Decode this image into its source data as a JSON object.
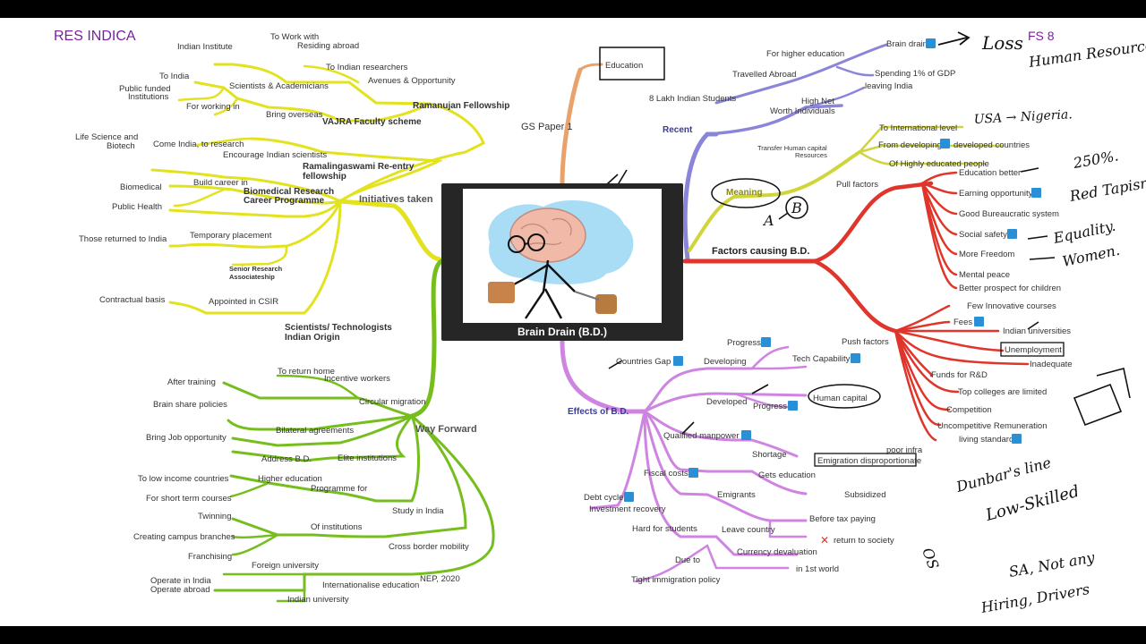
{
  "brand": "RES INDICA",
  "corner_tag": "FS 8",
  "center": {
    "title": "Brain Drain (B.D.)"
  },
  "colors": {
    "yellow": "#e3e21f",
    "green": "#76be1e",
    "purple": "#cf84e2",
    "red": "#e0352b",
    "blue": "#8a85d8",
    "orange": "#e9a26c",
    "olive": "#cfd53a"
  },
  "nodes": {
    "gs_paper": "GS Paper 1",
    "education": "Education",
    "recent": "Recent",
    "students": "8 Lakh Indian Students",
    "travelled": "Travelled Abroad",
    "higher_edu": "For higher education",
    "brain_drain": "Brain drain",
    "spending": "Spending 1% of GDP",
    "hnw1": "High Net",
    "hnw2": "Worth Individuals",
    "leaving": "leaving India",
    "meaning": "Meaning",
    "to_intl": "To International level",
    "from_dev": "From developing",
    "dev_countries": "developed countries",
    "transfer1": "Transfer Human capital",
    "transfer2": "Resources",
    "highly_edu": "Of Highly educated people",
    "factors": "Factors causing B.D.",
    "pull": "Pull factors",
    "pull_items": [
      "Education better",
      "Earning opportunity",
      "Good Bureaucratic system",
      "Social safety",
      "More Freedom",
      "Mental peace",
      "Better prospect for children"
    ],
    "push": "Push factors",
    "few_courses": "Few Innovative courses",
    "fees": "Fees",
    "indian_univ": "Indian universities",
    "unemployment": "Unemployment",
    "inadequate": "Inadequate",
    "funds": "Funds for R&D",
    "top_colleges": "Top colleges are limited",
    "competition": "Competition",
    "uncompetitive": "Uncompetitive Remuneration",
    "living": "living standard",
    "poor_infra": "poor infra",
    "effects": "Effects of B.D.",
    "countries_gap": "Countries Gap",
    "developing": "Developing",
    "progress_down": "Progress",
    "tech_cap": "Tech Capability",
    "developed": "Developed",
    "progress_up": "Progress",
    "human_capital": "Human capital",
    "qualified": "Qualified manpower",
    "shortage": "Shortage",
    "emigration": "Emigration disproportionate",
    "fiscal": "Fiscal costs",
    "gets_edu": "Gets education",
    "subsidized": "Subsidized",
    "emigrants": "Emigrants",
    "debt": "Debt cycle",
    "investment": "Investment recovery",
    "leave_country": "Leave country",
    "before_tax": "Before tax paying",
    "return_society": "return to society",
    "hard_students": "Hard for students",
    "due_to": "Due to",
    "currency": "Currency devaluation",
    "first_world": "in 1st world",
    "tight": "Tight immigration policy",
    "initiatives": "Initiatives taken",
    "indian_inst": "Indian Institute",
    "to_work": "To Work with",
    "residing": "Residing abroad",
    "to_researchers": "To Indian researchers",
    "avenues": "Avenues & Opportunity",
    "ramanujan": "Ramanujan Fellowship",
    "to_india": "To India",
    "public_funded1": "Public funded",
    "public_funded2": "Institutions",
    "scientists_acad": "Scientists & Academicians",
    "working_in": "For working in",
    "bring_overseas": "Bring overseas",
    "vajra": "VAJRA Faculty scheme",
    "life_science1": "Life Science and",
    "life_science2": "Biotech",
    "come_india": "Come India, to research",
    "encourage": "Encourage Indian scientists",
    "ramalinga1": "Ramalingaswami Re-entry",
    "ramalinga2": "fellowship",
    "biomedical": "Biomedical",
    "build_career": "Build career in",
    "bmrc1": "Biomedical Research",
    "bmrc2": "Career Programme",
    "public_health": "Public Health",
    "returned": "Those returned to India",
    "temporary": "Temporary placement",
    "sra1": "Senior Research",
    "sra2": "Associateship",
    "contractual": "Contractual basis",
    "csir": "Appointed in CSIR",
    "sto1": "Scientists/ Technologists",
    "sto2": "Indian Origin",
    "way_forward": "Way Forward",
    "after_training": "After training",
    "return_home": "To return home",
    "incentive": "Incentive workers",
    "circular": "Circular migration",
    "brain_share": "Brain share policies",
    "bilateral": "Bilateral agreements",
    "bring_job": "Bring Job opportunity",
    "address": "Address B.D.",
    "elite": "Elite institutions",
    "low_income": "To low income countries",
    "higher_education": "Higher education",
    "programme_for": "Programme for",
    "short_term": "For short term courses",
    "study_india": "Study in India",
    "twinning": "Twinning",
    "of_institutions": "Of institutions",
    "campus": "Creating campus branches",
    "cross_border": "Cross border mobility",
    "franchising": "Franchising",
    "foreign_univ": "Foreign university",
    "operate_india": "Operate in India",
    "operate_abroad": "Operate abroad",
    "internationalise": "Internationalise education",
    "nep": "NEP, 2020",
    "indian_university": "Indian university"
  },
  "handwriting": {
    "loss": "Loss",
    "human_resources": "Human Resources.",
    "usa_nigeria": "USA → Nigeria.",
    "pct": "250%.",
    "red_tapism": "Red Tapism",
    "equality": "Equality.",
    "women": "Women.",
    "a": "A",
    "b": "B",
    "dunbar": "Dunbar's line",
    "low_skilled": "Low-Skilled",
    "os": "OS",
    "sa": "SA, Not any",
    "hiring": "Hiring, Drivers"
  }
}
